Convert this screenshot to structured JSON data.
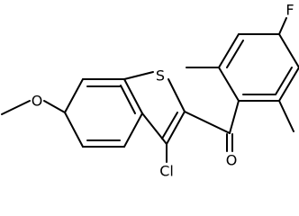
{
  "structure": {
    "atoms": {
      "sulfur": "S",
      "chlorine": "Cl",
      "fluorine": "F",
      "carbonyl_oxygen": "O",
      "methoxy_oxygen": "O"
    }
  }
}
